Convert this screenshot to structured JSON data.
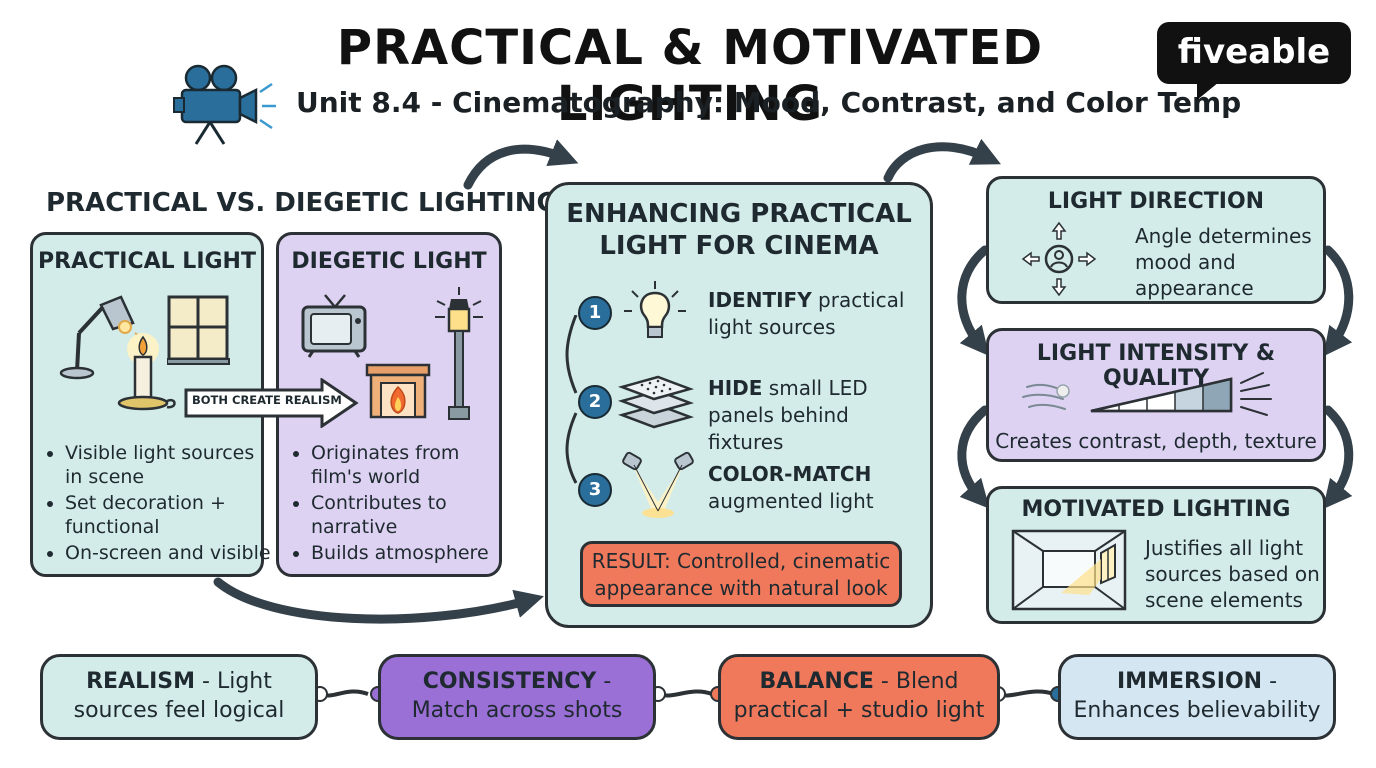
{
  "title": "PRACTICAL & MOTIVATED LIGHTING",
  "subtitle": "Unit 8.4 - Cinematography: Mood, Contrast, and Color Temp",
  "logo": {
    "text": "fiveable",
    "bg": "#111111",
    "fg": "#ffffff"
  },
  "left": {
    "heading": "PRACTICAL VS. DIEGETIC LIGHTING",
    "practical": {
      "title": "PRACTICAL LIGHT",
      "bullets": [
        "Visible light sources in scene",
        "Set decoration + functional",
        "On-screen and visible"
      ]
    },
    "diegetic": {
      "title": "DIEGETIC LIGHT",
      "bullets": [
        "Originates from film's world",
        "Contributes to narrative",
        "Builds atmosphere"
      ]
    },
    "arrow_label": "BOTH CREATE REALISM"
  },
  "center": {
    "title_line1": "ENHANCING PRACTICAL",
    "title_line2": "LIGHT FOR CINEMA",
    "steps": [
      {
        "num": "1",
        "bold": "IDENTIFY",
        "rest1": " practical",
        "line2": "light sources",
        "icon": "lightbulb-icon"
      },
      {
        "num": "2",
        "bold": "HIDE",
        "rest1": " small LED",
        "line2": "panels behind fixtures",
        "icon": "led-panels-icon"
      },
      {
        "num": "3",
        "bold": "COLOR-MATCH",
        "rest1": "",
        "line2": "augmented light",
        "icon": "spotlights-icon"
      }
    ],
    "result_line1": "RESULT: Controlled, cinematic",
    "result_line2": "appearance with natural look"
  },
  "right": {
    "direction": {
      "title": "LIGHT DIRECTION",
      "text1": "Angle determines",
      "text2": "mood and",
      "text3": "appearance"
    },
    "intensity": {
      "title": "LIGHT INTENSITY & QUALITY",
      "text": "Creates contrast, depth, texture"
    },
    "motivated": {
      "title": "MOTIVATED LIGHTING",
      "text1": "Justifies all light",
      "text2": "sources based on",
      "text3": "scene elements"
    }
  },
  "bottom": [
    {
      "bold": "REALISM",
      "rest": " - Light",
      "line2": "sources feel logical"
    },
    {
      "bold": "CONSISTENCY",
      "rest": " -",
      "line2": "Match across shots"
    },
    {
      "bold": "BALANCE",
      "rest": " - Blend",
      "line2": "practical + studio light"
    },
    {
      "bold": "IMMERSION",
      "rest": " -",
      "line2": "Enhances believability"
    }
  ],
  "colors": {
    "teal": "#d3ecea",
    "lavender": "#ddd2f2",
    "purple": "#9a6fd6",
    "coral": "#f0795c",
    "light_blue": "#d5e6f3",
    "step_blue": "#2a6e9c",
    "arrow": "#34414a"
  }
}
